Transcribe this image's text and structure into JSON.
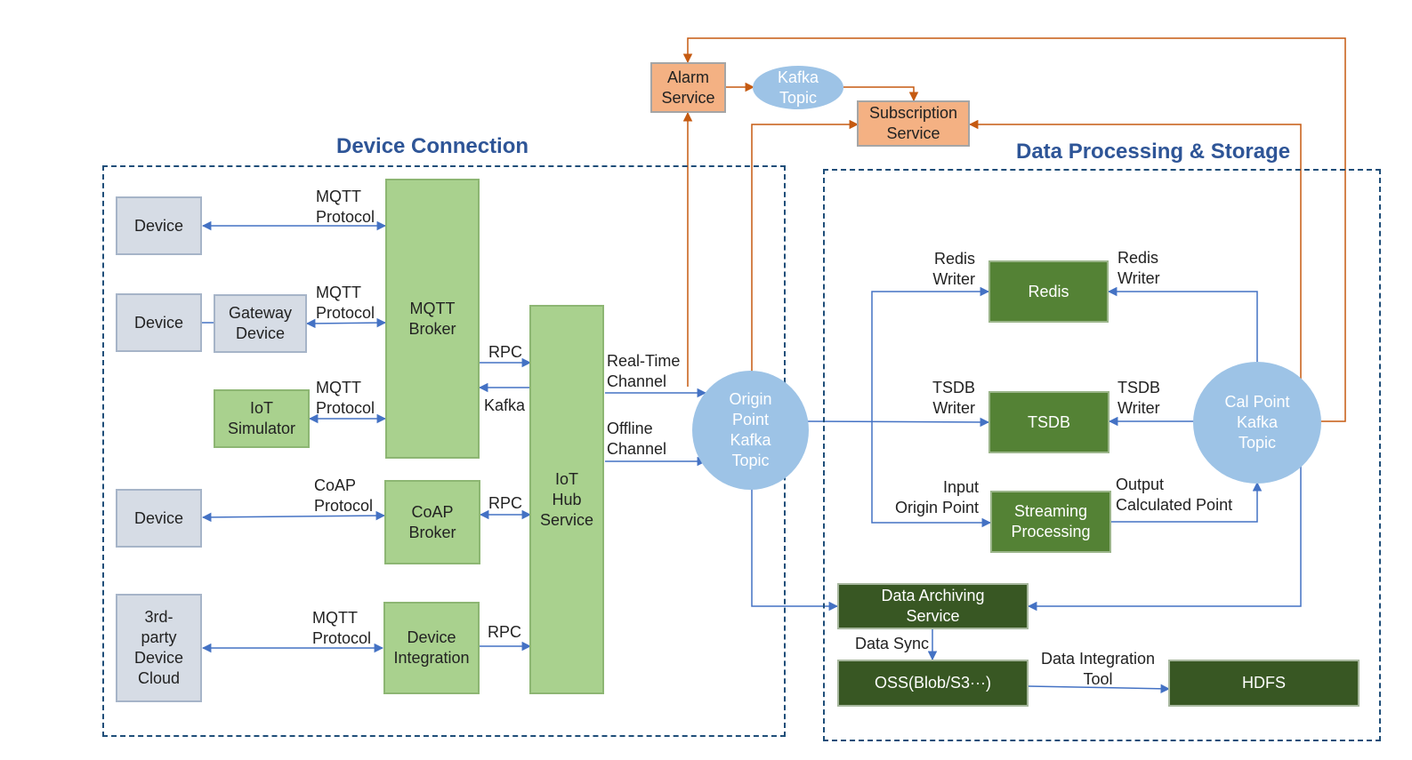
{
  "regions": {
    "device_connection": "Device Connection",
    "data_processing": "Data Processing & Storage"
  },
  "nodes": {
    "device1": "Device",
    "device2": "Device",
    "gateway": "Gateway\nDevice",
    "iot_simulator": "IoT\nSimulator",
    "device3": "Device",
    "third_party": "3rd-\nparty\nDevice\nCloud",
    "mqtt_broker": "MQTT\nBroker",
    "coap_broker": "CoAP\nBroker",
    "device_integration": "Device\nIntegration",
    "iot_hub": "IoT\nHub\nService",
    "alarm_service": "Alarm\nService",
    "kafka_topic": "Kafka\nTopic",
    "subscription_service": "Subscription\nService",
    "origin_point": "Origin\nPoint\nKafka\nTopic",
    "cal_point": "Cal Point\nKafka\nTopic",
    "redis": "Redis",
    "tsdb": "TSDB",
    "streaming": "Streaming\nProcessing",
    "archiving": "Data Archiving\nService",
    "oss": "OSS(Blob/S3···)",
    "hdfs": "HDFS"
  },
  "edge_labels": {
    "mqtt1": "MQTT\nProtocol",
    "mqtt2": "MQTT\nProtocol",
    "mqtt3": "MQTT\nProtocol",
    "coap": "CoAP\nProtocol",
    "mqtt4": "MQTT\nProtocol",
    "rpc1": "RPC",
    "kafka": "Kafka",
    "rpc2": "RPC",
    "rpc3": "RPC",
    "realtime": "Real-Time\nChannel",
    "offline": "Offline\nChannel",
    "redis_writer_left": "Redis\nWriter",
    "redis_writer_right": "Redis\nWriter",
    "tsdb_writer_left": "TSDB\nWriter",
    "tsdb_writer_right": "TSDB\nWriter",
    "input_origin": "Input\nOrigin Point",
    "output_calc": "Output\nCalculated Point",
    "data_sync": "Data Sync",
    "data_integration": "Data Integration\nTool"
  },
  "colors": {
    "connector_blue": "#4472c4",
    "connector_orange": "#c55a11",
    "region_border": "#1f4e79",
    "title_blue": "#2e5597"
  }
}
